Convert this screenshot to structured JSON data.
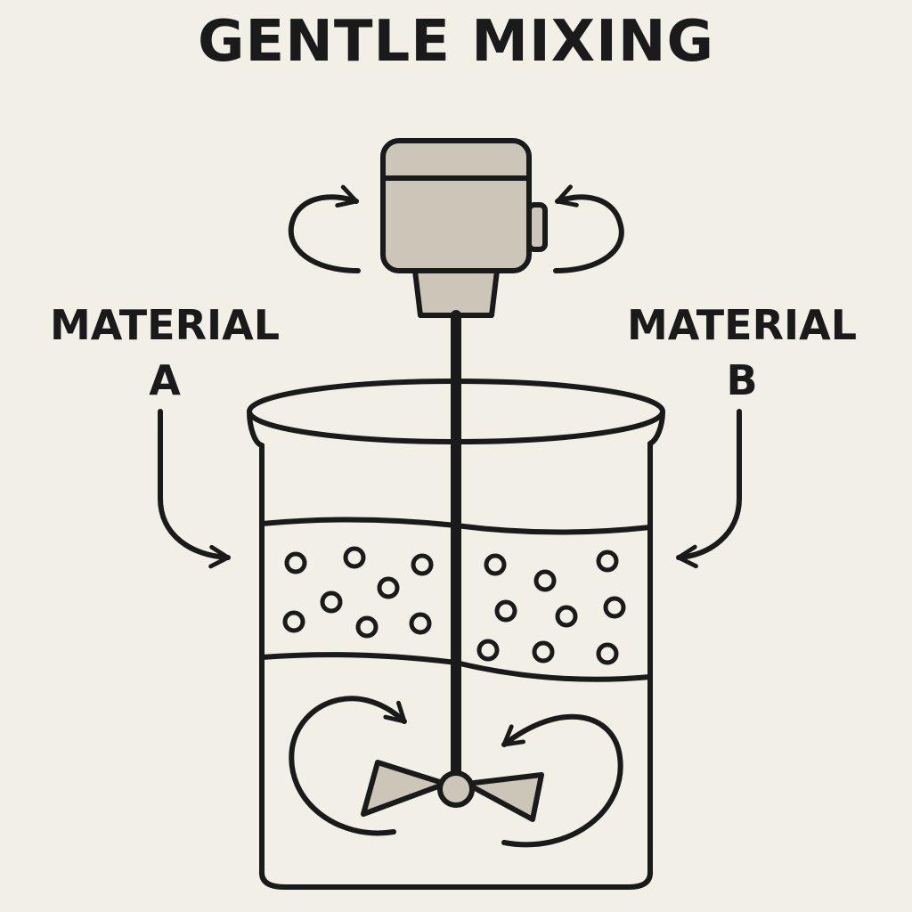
{
  "title": "GENTLE MIXING",
  "inputs": [
    {
      "name_line1": "MATERIAL",
      "name_line2": "A"
    },
    {
      "name_line1": "MATERIAL",
      "name_line2": "B"
    }
  ],
  "colors": {
    "background": "#f2efe6",
    "ink": "#1a1a1a",
    "motor_fill": "#ccc6b9"
  },
  "icons": {
    "motor": "mixer-motor-icon",
    "vessel": "beaker-icon",
    "impeller": "impeller-icon",
    "rotation": "rotation-arrow-icon",
    "particle": "particle-circle-icon"
  }
}
